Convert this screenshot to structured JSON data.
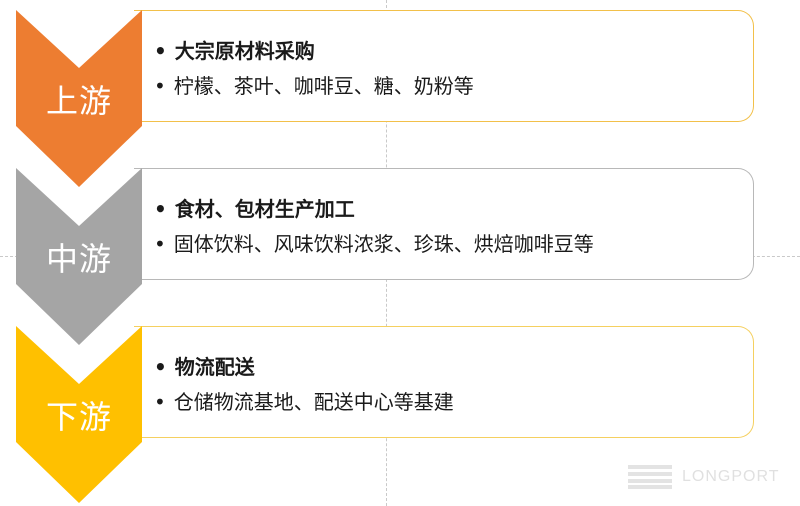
{
  "stages": [
    {
      "label": "上游",
      "color": "#ED7D31",
      "border_color": "#F2C04A",
      "title": "大宗原材料采购",
      "detail": "柠檬、茶叶、咖啡豆、糖、奶粉等"
    },
    {
      "label": "中游",
      "color": "#A5A5A5",
      "border_color": "#B8B8B8",
      "title": "食材、包材生产加工",
      "detail": "固体饮料、风味饮料浓浆、珍珠、烘焙咖啡豆等"
    },
    {
      "label": "下游",
      "color": "#FFC000",
      "border_color": "#F5D060",
      "title": "物流配送",
      "detail": "仓储物流基地、配送中心等基建"
    }
  ],
  "bullet": "•",
  "watermark": {
    "logo_icon": "longport-logo-icon",
    "text": "LONGPORT"
  }
}
